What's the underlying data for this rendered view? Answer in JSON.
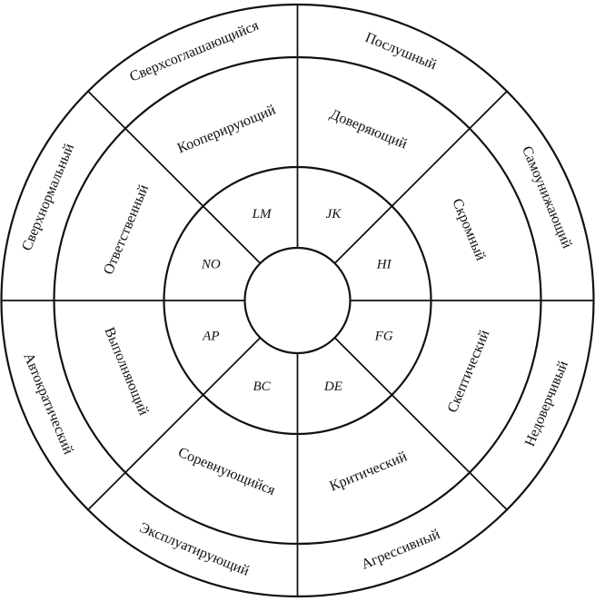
{
  "outer_labels": [
    "Послушный",
    "Самоунижающий",
    "Недоверчивый",
    "Агрессивный",
    "Эксплуатирующий",
    "Автократический",
    "Сверхнормальный",
    "Сверхсоглашающийся"
  ],
  "middle_labels": [
    "Доверяющий",
    "Скромный",
    "Скептический",
    "Критический",
    "Соревнующийся",
    "Выполняющий",
    "Ответственный",
    "Кооперирующий"
  ],
  "codes": [
    "JK",
    "HI",
    "FG",
    "DE",
    "BC",
    "AP",
    "NO",
    "LM"
  ]
}
